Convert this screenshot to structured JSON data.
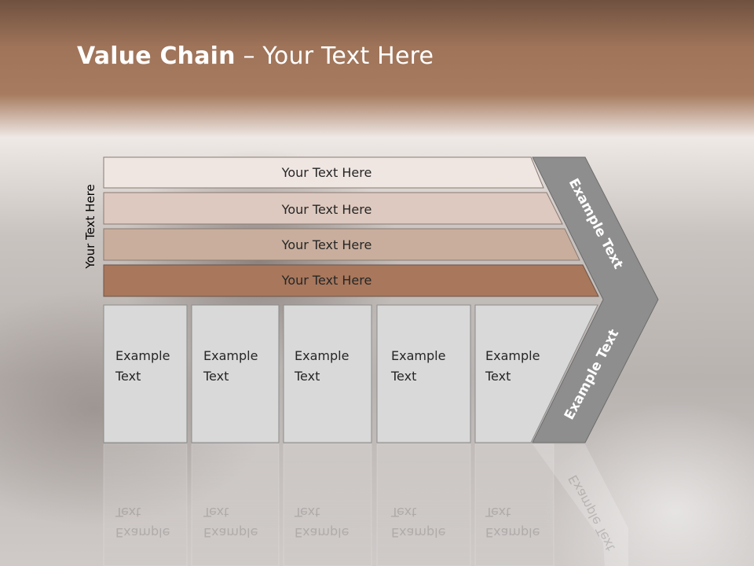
{
  "title": {
    "bold": "Value Chain",
    "rest": " – Your Text Here"
  },
  "side_label": "Your Text Here",
  "bars": [
    {
      "label": "Your Text Here",
      "color": "#efe6e2"
    },
    {
      "label": "Your Text Here",
      "color": "#ddc9bf"
    },
    {
      "label": "Your Text Here",
      "color": "#c9ae9d"
    },
    {
      "label": "Your Text Here",
      "color": "#a8775c"
    }
  ],
  "cells": [
    {
      "line1": "Example",
      "line2": "Text"
    },
    {
      "line1": "Example",
      "line2": "Text"
    },
    {
      "line1": "Example",
      "line2": "Text"
    },
    {
      "line1": "Example",
      "line2": "Text"
    },
    {
      "line1": "Example",
      "line2": "Text"
    }
  ],
  "chevron": {
    "upper": "Example Text",
    "lower": "Example Text",
    "color": "#8e8e8e"
  }
}
